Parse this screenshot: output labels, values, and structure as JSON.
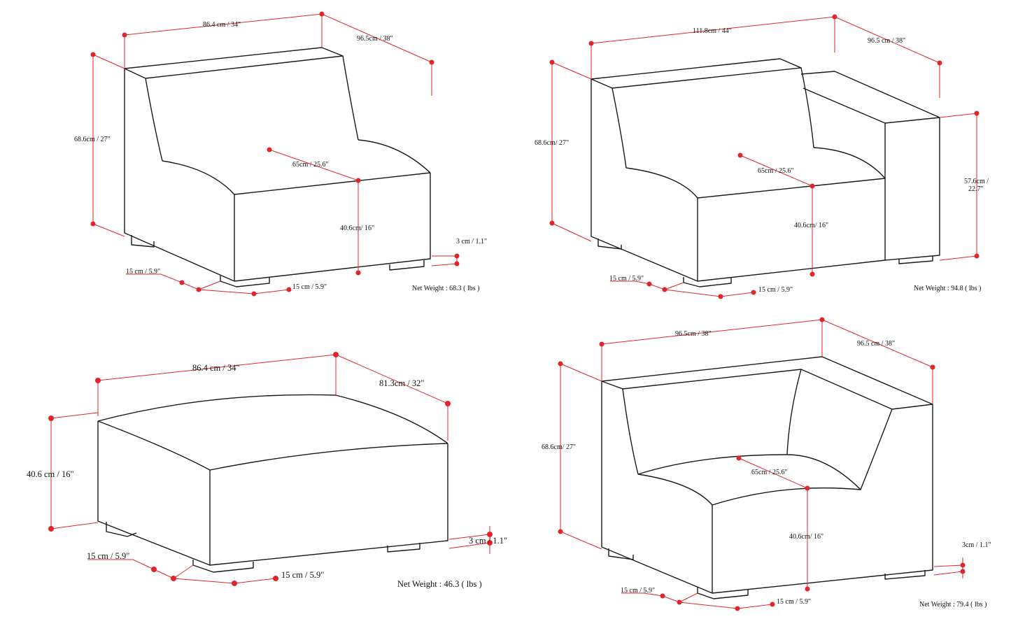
{
  "colors": {
    "outline": "#1a1a1a",
    "dimension": "#e0252b"
  },
  "products": [
    {
      "name": "armless-chair",
      "width": "86.4 cm / 34\"",
      "depth": "96.5cm / 38\"",
      "height": "68.6cm / 27\"",
      "seat_depth": "65cm / 25.6\"",
      "seat_height": "40.6cm/ 16\"",
      "leg_height": "3 cm / 1.1\"",
      "leg_side": "15 cm / 5.9\"",
      "leg_front": "15 cm / 5.9\"",
      "weight": "Net Weight : 68.3 ( lbs )"
    },
    {
      "name": "right-arm-chair",
      "width": "111.8cm / 44\"",
      "depth": "96.5 cm / 38\"",
      "height": "68.6cm/ 27\"",
      "seat_depth": "65cm / 25.6\"",
      "seat_height": "40.6cm/ 16\"",
      "arm_height_1": "57.6cm /",
      "arm_height_2": "22.7\"",
      "leg_side": "15 cm / 5.9\"",
      "leg_front": "15 cm / 5.9\"",
      "weight": "Net Weight : 94.8 ( lbs )"
    },
    {
      "name": "ottoman",
      "width": "86.4 cm / 34\"",
      "depth": "81.3cm / 32\"",
      "height": "40.6 cm / 16\"",
      "leg_height": "3 cm / 1.1\"",
      "leg_side": "15 cm / 5.9\"",
      "leg_front": "15 cm / 5.9\"",
      "weight": "Net Weight : 46.3 ( lbs )"
    },
    {
      "name": "corner-chair",
      "width": "96.5cm / 38\"",
      "depth": "96.5 cm / 38\"",
      "height": "68.6cm/ 27\"",
      "seat_depth": "65cm / 25.6\"",
      "seat_height": "40.6cm/ 16\"",
      "leg_height": "3cm / 1.1\"",
      "leg_side": "15 cm / 5.9\"",
      "leg_front": "15 cm / 5.9\"",
      "weight": "Net Weight : 79.4 ( lbs )"
    }
  ]
}
